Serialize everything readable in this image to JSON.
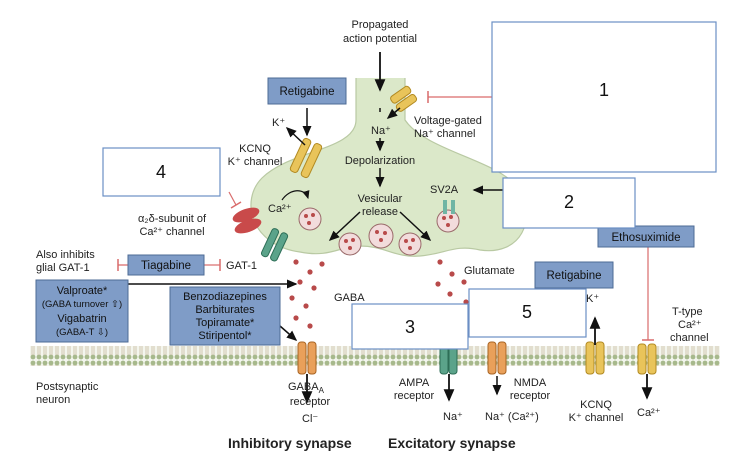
{
  "labels": {
    "propagated": [
      "Propagated",
      "action potential"
    ],
    "k_plus": "K⁺",
    "kcnq_channel": [
      "KCNQ",
      "K⁺ channel"
    ],
    "na_plus": "Na⁺",
    "depolarization": "Depolarization",
    "vesicular_release": [
      "Vesicular",
      "release"
    ],
    "voltage_gated": [
      "Voltage-gated",
      "Na⁺ channel"
    ],
    "ca2_plus": "Ca²⁺",
    "sv2a": "SV2A",
    "alpha2delta": [
      "α₂δ-subunit of",
      "Ca²⁺ channel"
    ],
    "also_inhibits": [
      "Also inhibits",
      "glial GAT-1"
    ],
    "gat1": "GAT-1",
    "gaba": "GABA",
    "glutamate": "Glutamate",
    "t_type": [
      "T-type",
      "Ca²⁺",
      "channel"
    ],
    "postsynaptic": [
      "Postsynaptic",
      "neuron"
    ],
    "gabaa_receptor": [
      "GABA",
      "A",
      "receptor"
    ],
    "cl_minus": "Cl⁻",
    "ampa_receptor": [
      "AMPA",
      "receptor"
    ],
    "na_plus_ampa": "Na⁺",
    "nmda_receptor": [
      "NMDA",
      "receptor"
    ],
    "na_ca_nmda": "Na⁺ (Ca²⁺)",
    "kcnq_channel_post": [
      "KCNQ",
      "K⁺ channel"
    ],
    "ca2_plus_post": "Ca²⁺",
    "k_plus_post": "K⁺",
    "inhibitory_synapse": "Inhibitory synapse",
    "excitatory_synapse": "Excitatory synapse"
  },
  "drugs": {
    "retigabine_top": "Retigabine",
    "retigabine_post": "Retigabine",
    "tiagabine": "Tiagabine",
    "ethosuximide": "Ethosuximide",
    "valproate": [
      "Valproate*",
      "(GABA turnover ⇧)",
      "Vigabatrin",
      "(GABA-T ⇩)"
    ],
    "benzodiazepines": [
      "Benzodiazepines",
      "Barbiturates",
      "Topiramate*",
      "Stiripentol*"
    ]
  },
  "answer_boxes": {
    "box1": "1",
    "box2": "2",
    "box3": "3",
    "box4": "4",
    "box5": "5"
  },
  "colors": {
    "terminal_fill": "#dbe8c9",
    "drug_box_fill": "#7f9cc7",
    "answer_border": "#6b8fc4",
    "inhibit_line": "#d96b6b",
    "vesicle_fill": "#f2dcdc",
    "dot_fill": "#b84a4a"
  }
}
